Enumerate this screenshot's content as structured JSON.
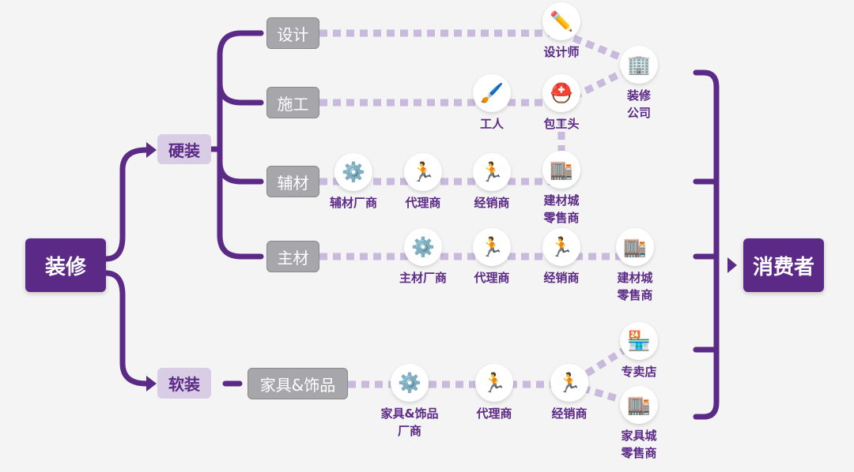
{
  "root": "装修",
  "target": "消费者",
  "categories": {
    "hard": "硬装",
    "soft": "软装"
  },
  "hard_items": [
    "设计",
    "施工",
    "辅材",
    "主材"
  ],
  "soft_item": "家具&饰品",
  "nodes": [
    {
      "label": "设计师",
      "icon": "pencil-icon",
      "glyph": "✏️"
    },
    {
      "label": "装修\n公司",
      "icon": "office-building-icon",
      "glyph": "🏢"
    },
    {
      "label": "工人",
      "icon": "paint-roller-icon",
      "glyph": "🖌️"
    },
    {
      "label": "包工头",
      "icon": "hard-hat-icon",
      "glyph": "⛑️"
    },
    {
      "label": "辅材厂商",
      "icon": "gears-icon",
      "glyph": "⚙️"
    },
    {
      "label": "代理商",
      "icon": "running-person-icon",
      "glyph": "🏃"
    },
    {
      "label": "经销商",
      "icon": "running-person-icon",
      "glyph": "🏃"
    },
    {
      "label": "建材城\n零售商",
      "icon": "buildings-icon",
      "glyph": "🏬"
    },
    {
      "label": "主材厂商",
      "icon": "gears-icon",
      "glyph": "⚙️"
    },
    {
      "label": "代理商",
      "icon": "running-person-icon",
      "glyph": "🏃"
    },
    {
      "label": "经销商",
      "icon": "running-person-icon",
      "glyph": "🏃"
    },
    {
      "label": "建材城\n零售商",
      "icon": "buildings-icon",
      "glyph": "🏬"
    },
    {
      "label": "专卖店",
      "icon": "storefront-icon",
      "glyph": "🏪"
    },
    {
      "label": "家具&饰品\n厂商",
      "icon": "gears-icon",
      "glyph": "⚙️"
    },
    {
      "label": "代理商",
      "icon": "running-person-icon",
      "glyph": "🏃"
    },
    {
      "label": "经销商",
      "icon": "running-person-icon",
      "glyph": "🏃"
    },
    {
      "label": "家具城\n零售商",
      "icon": "buildings-icon",
      "glyph": "🏬"
    }
  ],
  "colors": {
    "primary": "#5b2a86",
    "dotted": "#c9b9dc",
    "sub": "#a7a7ab"
  }
}
